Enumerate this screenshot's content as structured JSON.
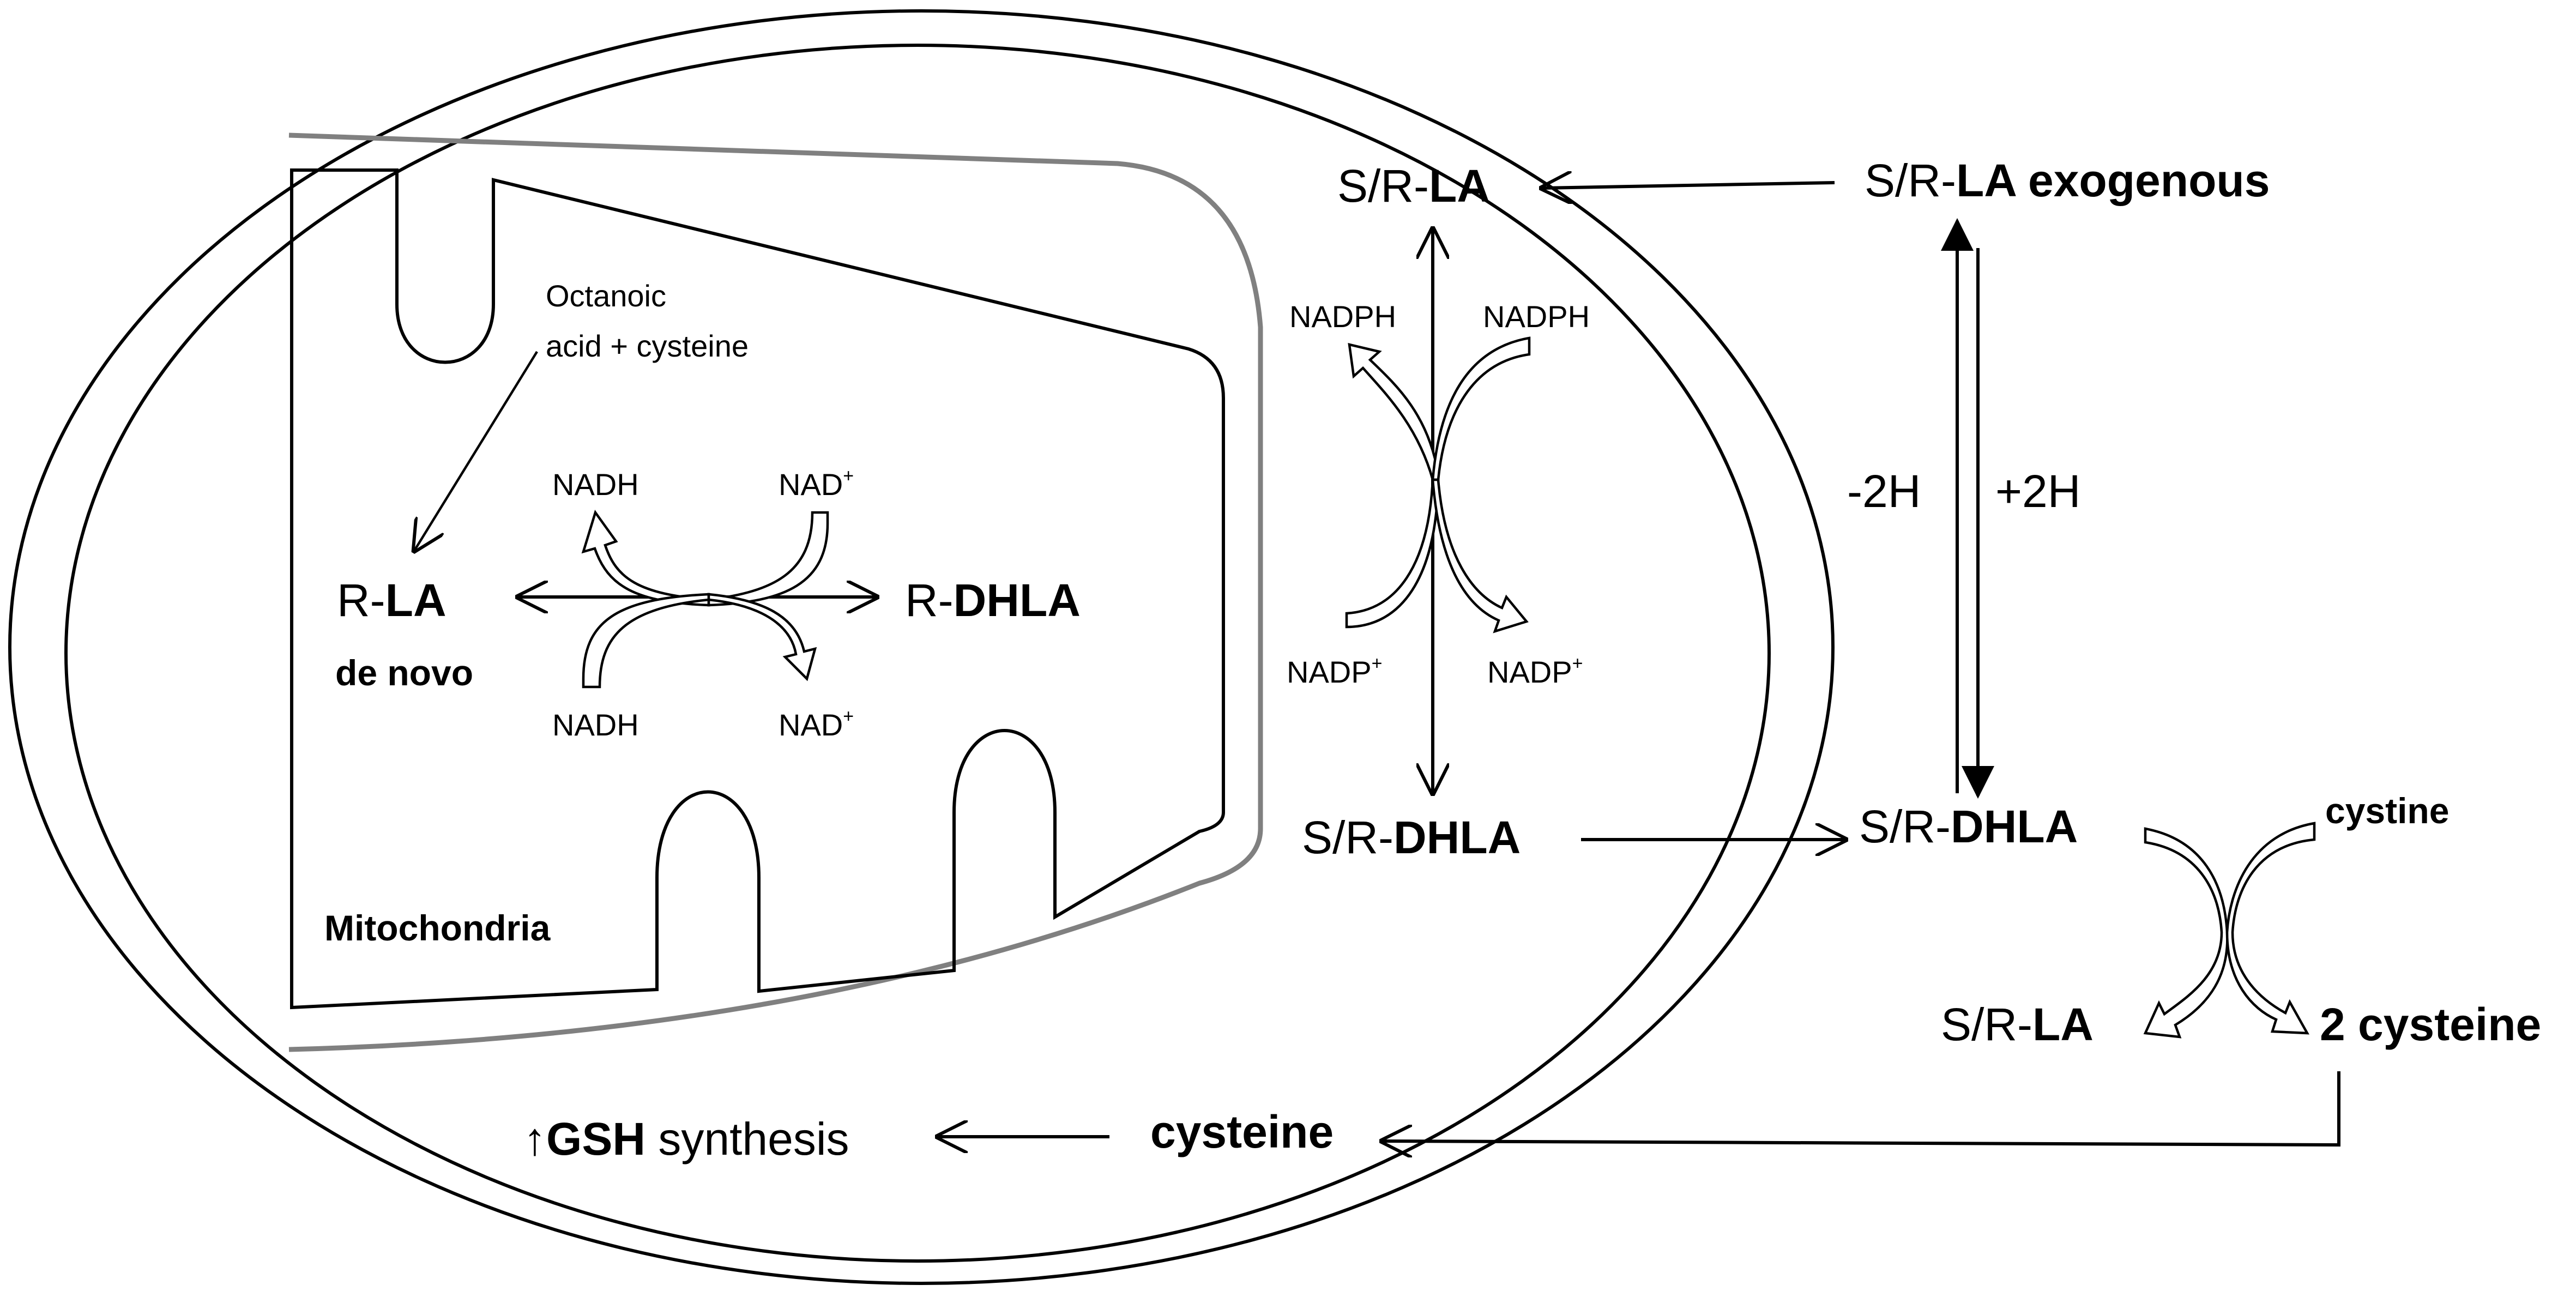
{
  "labels": {
    "octanoic_line1": "Octanoic",
    "octanoic_line2": "acid + cysteine",
    "r_prefix": "R-",
    "la": "LA",
    "dhla": "DHLA",
    "de_novo": "de novo",
    "mitochondria": "Mitochondria",
    "nadh": "NADH",
    "nad": "NAD",
    "plus_sup": "+",
    "sr_prefix": "S/R-",
    "nadph": "NADPH",
    "nadp": "NADP",
    "exogenous": "exogenous",
    "minus_2h": "-2H",
    "plus_2h": "+2H",
    "cystine": "cystine",
    "two_cysteine": "2 cysteine",
    "cysteine": "cysteine",
    "up_arrow": "↑",
    "gsh": "GSH",
    "synthesis": " synthesis"
  }
}
